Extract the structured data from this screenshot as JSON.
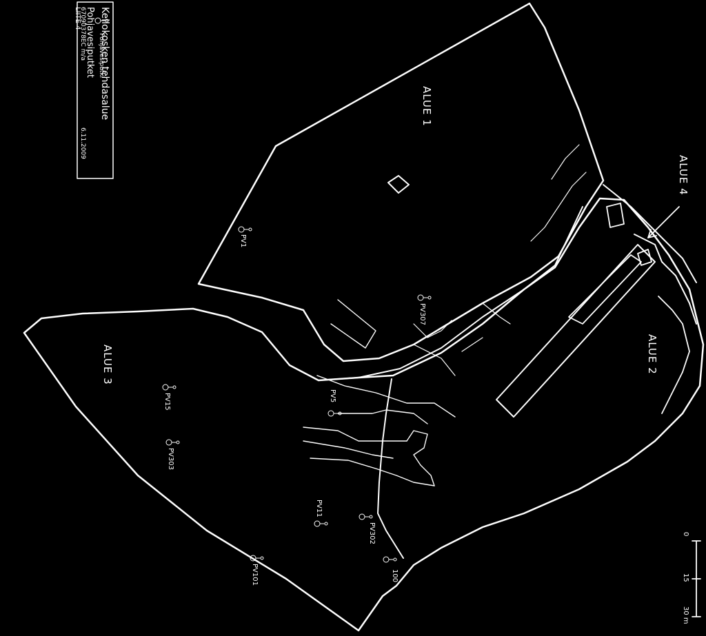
{
  "legend": {
    "title": "Kellokosken tehdasalue",
    "subtitle": "Pohjavesiputket",
    "appendix": "LIITE 4",
    "symbol_label": "Pohjavesiputki",
    "doc_code": "67090378EC m/a",
    "date": "6.11.2009"
  },
  "areas": [
    "ALUE 1",
    "ALUE 2",
    "ALUE 3",
    "ALUE 4"
  ],
  "wells": [
    "PV1",
    "PV307",
    "PV5",
    "PV15",
    "PV303",
    "PV11",
    "PV302",
    "PV101",
    "100"
  ],
  "scale": {
    "ticks": [
      "0",
      "15",
      "30 m"
    ]
  },
  "colors": {
    "background": "#000000",
    "ink": "#ffffff"
  }
}
